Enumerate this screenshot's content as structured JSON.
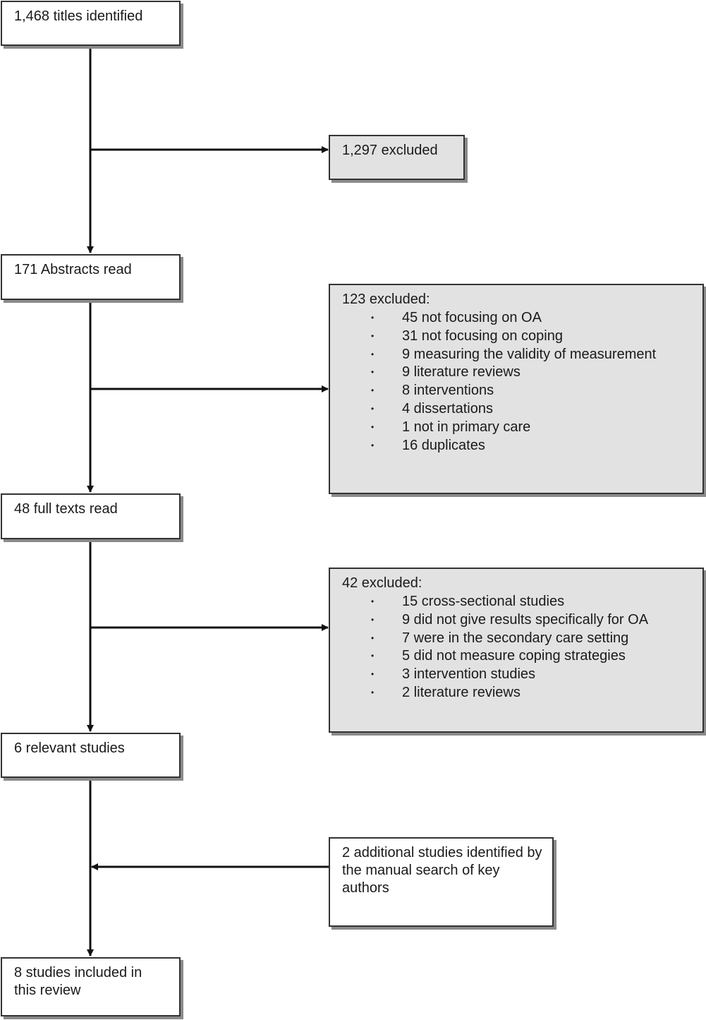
{
  "flow": {
    "titles_identified": "1,468 titles identified",
    "abstracts_read": "171 Abstracts read",
    "full_texts_read": "48 full texts read",
    "relevant_studies": "6 relevant studies",
    "included": "8 studies included in this review"
  },
  "exclusions": {
    "stage1": "1,297 excluded",
    "stage2": {
      "title": "123 excluded:",
      "reasons": [
        "45 not focusing on OA",
        "31 not focusing on coping",
        "9 measuring the validity of measurement",
        "9 literature reviews",
        "8 interventions",
        "4 dissertations",
        "1 not in primary care",
        "16 duplicates"
      ]
    },
    "stage3": {
      "title": "42 excluded:",
      "reasons": [
        "15 cross-sectional studies",
        "9 did not give results specifically for OA",
        "7 were in the secondary care setting",
        "5 did not measure coping strategies",
        "3 intervention studies",
        "2 literature reviews"
      ]
    }
  },
  "additional": "2 additional studies identified by the manual search of key authors",
  "bullet_glyph": "•"
}
